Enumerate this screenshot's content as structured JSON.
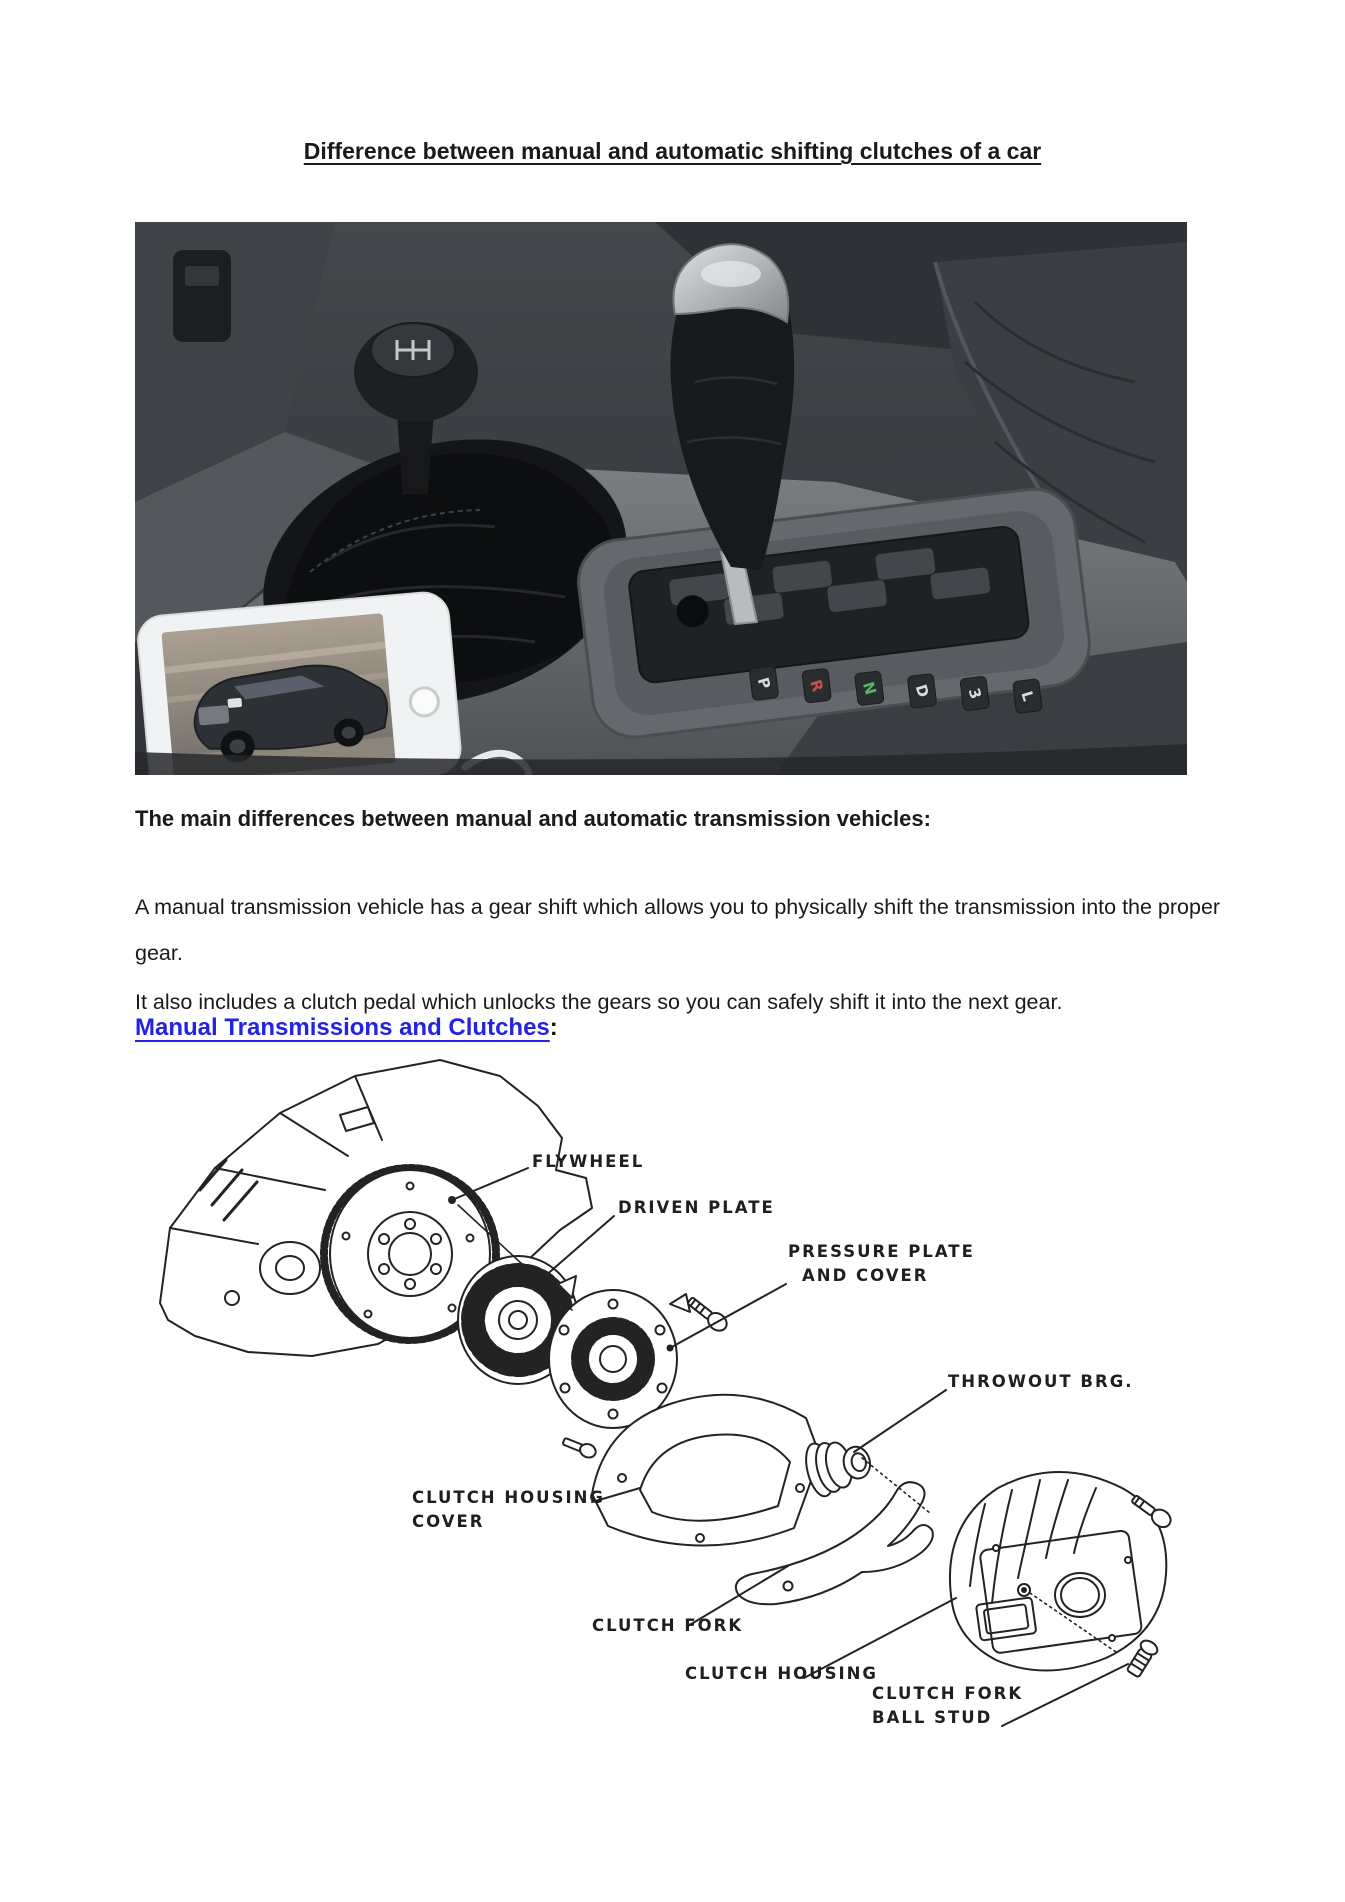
{
  "page": {
    "title": "Difference between manual and automatic shifting clutches of a car"
  },
  "content": {
    "heading_main": "The main differences between manual and automatic transmission vehicles:",
    "paragraph_1": "A manual transmission vehicle has a gear shift which allows you to physically shift the transmission into the proper gear.",
    "paragraph_2": "It also includes a clutch pedal which unlocks the gears so you can safely shift it into the next gear.",
    "link_heading": {
      "text": "Manual Transmissions and Clutches",
      "suffix": ":",
      "link_color": "#2222e8"
    }
  },
  "photo": {
    "gate_labels": [
      {
        "ch": "P",
        "color": "#d9dbdd"
      },
      {
        "ch": "R",
        "color": "#c4534f"
      },
      {
        "ch": "N",
        "color": "#5cb06d"
      },
      {
        "ch": "D",
        "color": "#d9dbdd"
      },
      {
        "ch": "3",
        "color": "#d9dbdd"
      },
      {
        "ch": "L",
        "color": "#d9dbdd"
      }
    ]
  },
  "diagram": {
    "labels": [
      {
        "id": "flywheel",
        "lines": [
          "FLYWHEEL"
        ]
      },
      {
        "id": "driven-plate",
        "lines": [
          "DRIVEN PLATE"
        ]
      },
      {
        "id": "pressure-plate",
        "lines": [
          "PRESSURE PLATE",
          "AND COVER"
        ]
      },
      {
        "id": "throwout-brg",
        "lines": [
          "THROWOUT BRG."
        ]
      },
      {
        "id": "housing-cover",
        "lines": [
          "CLUTCH HOUSING",
          "COVER"
        ]
      },
      {
        "id": "clutch-fork",
        "lines": [
          "CLUTCH FORK"
        ]
      },
      {
        "id": "clutch-housing",
        "lines": [
          "CLUTCH HOUSING"
        ]
      },
      {
        "id": "ball-stud",
        "lines": [
          "CLUTCH FORK",
          "BALL STUD"
        ]
      }
    ]
  }
}
